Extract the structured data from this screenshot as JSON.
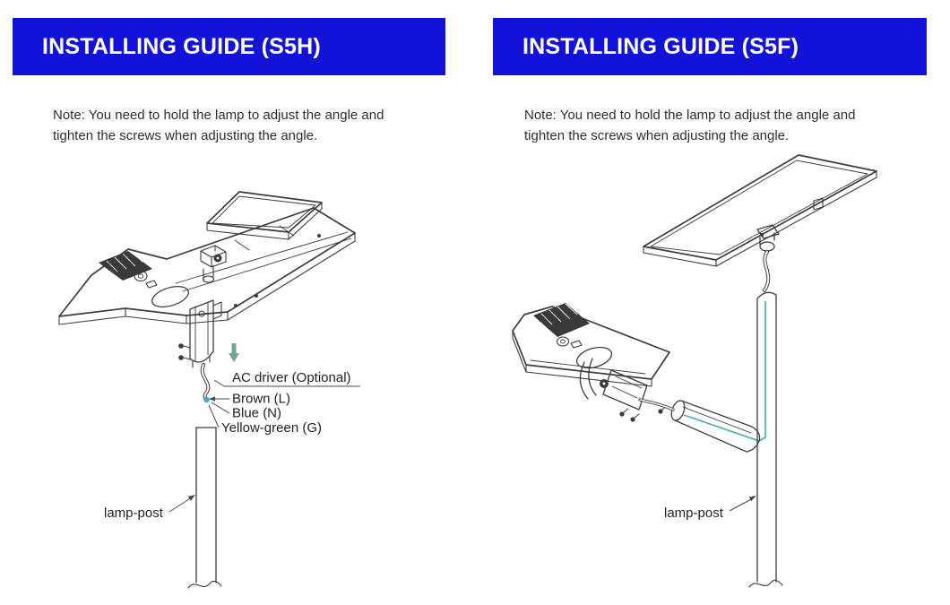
{
  "colors": {
    "banner_blue": "#1212d8",
    "banner_text": "#ffffff",
    "line_art": "#3d3d3d",
    "wire_teal": "#3fafa8",
    "arrow_green": "#72a493",
    "wire_tip_cyan": "#3fa9c9"
  },
  "left": {
    "title": "INSTALLING GUIDE (S5H)",
    "note": "Note: You need to hold the lamp to adjust the angle and tighten the screws when adjusting the angle.",
    "labels": {
      "ac_driver": "AC driver (Optional)",
      "brown": "Brown (L)",
      "blue": "Blue (N)",
      "yellow_green": "Yellow-green (G)",
      "lamp_post": "lamp-post"
    }
  },
  "right": {
    "title": "INSTALLING GUIDE (S5F)",
    "note": "Note: You need to hold the lamp to adjust the angle and tighten the screws when adjusting the angle.",
    "labels": {
      "lamp_post": "lamp-post"
    }
  }
}
